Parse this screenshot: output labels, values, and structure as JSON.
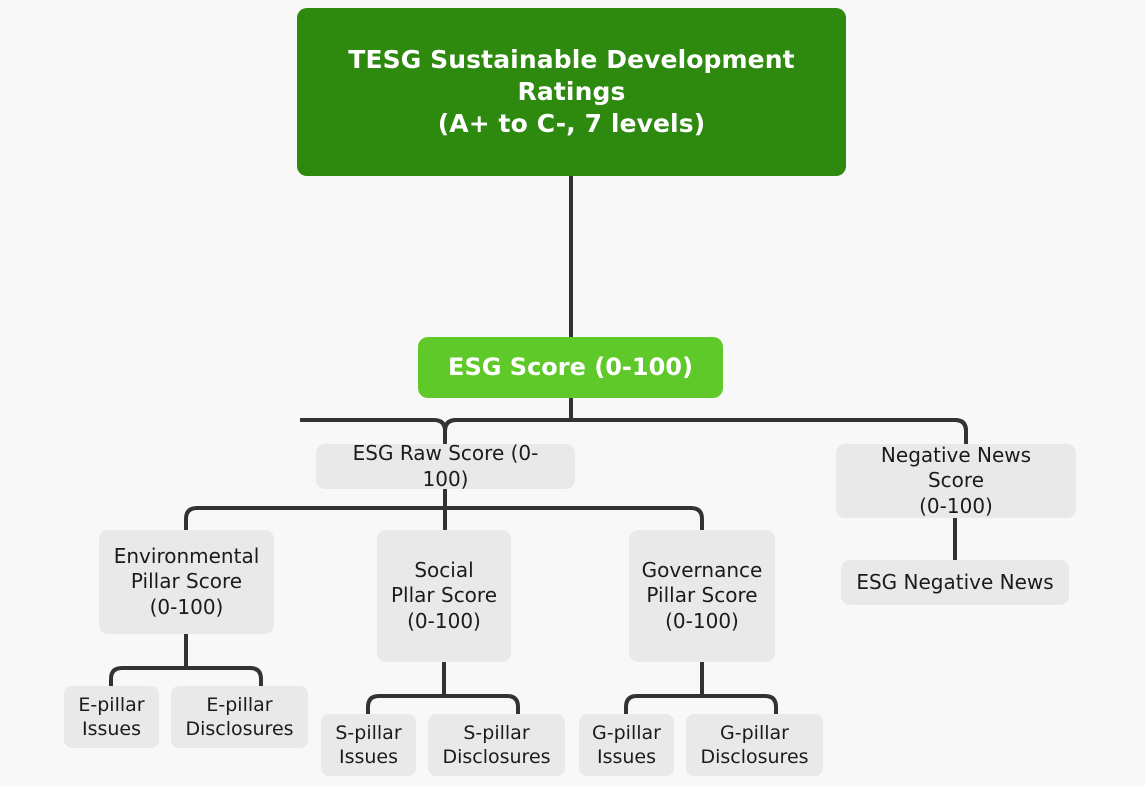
{
  "diagram": {
    "title": "TESG Sustainable Development Ratings hierarchy",
    "background_color": "#f8f8f8",
    "connector_color": "#333333",
    "palette": {
      "root_green": "#2d8a0e",
      "score_green": "#5fc92a",
      "node_grey": "#e9e9e9",
      "node_text": "#1b1b1b",
      "inverse_text": "#ffffff"
    },
    "nodes": {
      "root": {
        "label": "TESG Sustainable Development Ratings\n(A+ to C-, 7 levels)",
        "level": 0
      },
      "esg_score": {
        "label": "ESG Score (0-100)",
        "level": 1
      },
      "esg_raw_score": {
        "label": "ESG Raw Score (0-100)",
        "level": 2
      },
      "negative_news_score": {
        "label": "Negative News Score\n(0-100)",
        "level": 2
      },
      "environmental_pillar": {
        "label": "Environmental\nPillar Score\n(0-100)",
        "level": 3
      },
      "social_pillar": {
        "label": "Social\nPllar Score\n(0-100)",
        "level": 3
      },
      "governance_pillar": {
        "label": "Governance\nPillar Score\n(0-100)",
        "level": 3
      },
      "esg_negative_news": {
        "label": "ESG Negative News",
        "level": 3
      },
      "e_pillar_issues": {
        "label": "E-pillar\nIssues",
        "level": 4
      },
      "e_pillar_disclosures": {
        "label": "E-pillar\nDisclosures",
        "level": 4
      },
      "s_pillar_issues": {
        "label": "S-pillar\nIssues",
        "level": 4
      },
      "s_pillar_disclosures": {
        "label": "S-pillar\nDisclosures",
        "level": 4
      },
      "g_pillar_issues": {
        "label": "G-pillar\nIssues",
        "level": 4
      },
      "g_pillar_disclosures": {
        "label": "G-pillar\nDisclosures",
        "level": 4
      }
    },
    "edges": [
      {
        "from": "root",
        "to": "esg_score"
      },
      {
        "from": "esg_score",
        "to": "esg_raw_score"
      },
      {
        "from": "esg_score",
        "to": "negative_news_score"
      },
      {
        "from": "esg_raw_score",
        "to": "environmental_pillar"
      },
      {
        "from": "esg_raw_score",
        "to": "social_pillar"
      },
      {
        "from": "esg_raw_score",
        "to": "governance_pillar"
      },
      {
        "from": "negative_news_score",
        "to": "esg_negative_news"
      },
      {
        "from": "environmental_pillar",
        "to": "e_pillar_issues"
      },
      {
        "from": "environmental_pillar",
        "to": "e_pillar_disclosures"
      },
      {
        "from": "social_pillar",
        "to": "s_pillar_issues"
      },
      {
        "from": "social_pillar",
        "to": "s_pillar_disclosures"
      },
      {
        "from": "governance_pillar",
        "to": "g_pillar_issues"
      },
      {
        "from": "governance_pillar",
        "to": "g_pillar_disclosures"
      }
    ]
  }
}
